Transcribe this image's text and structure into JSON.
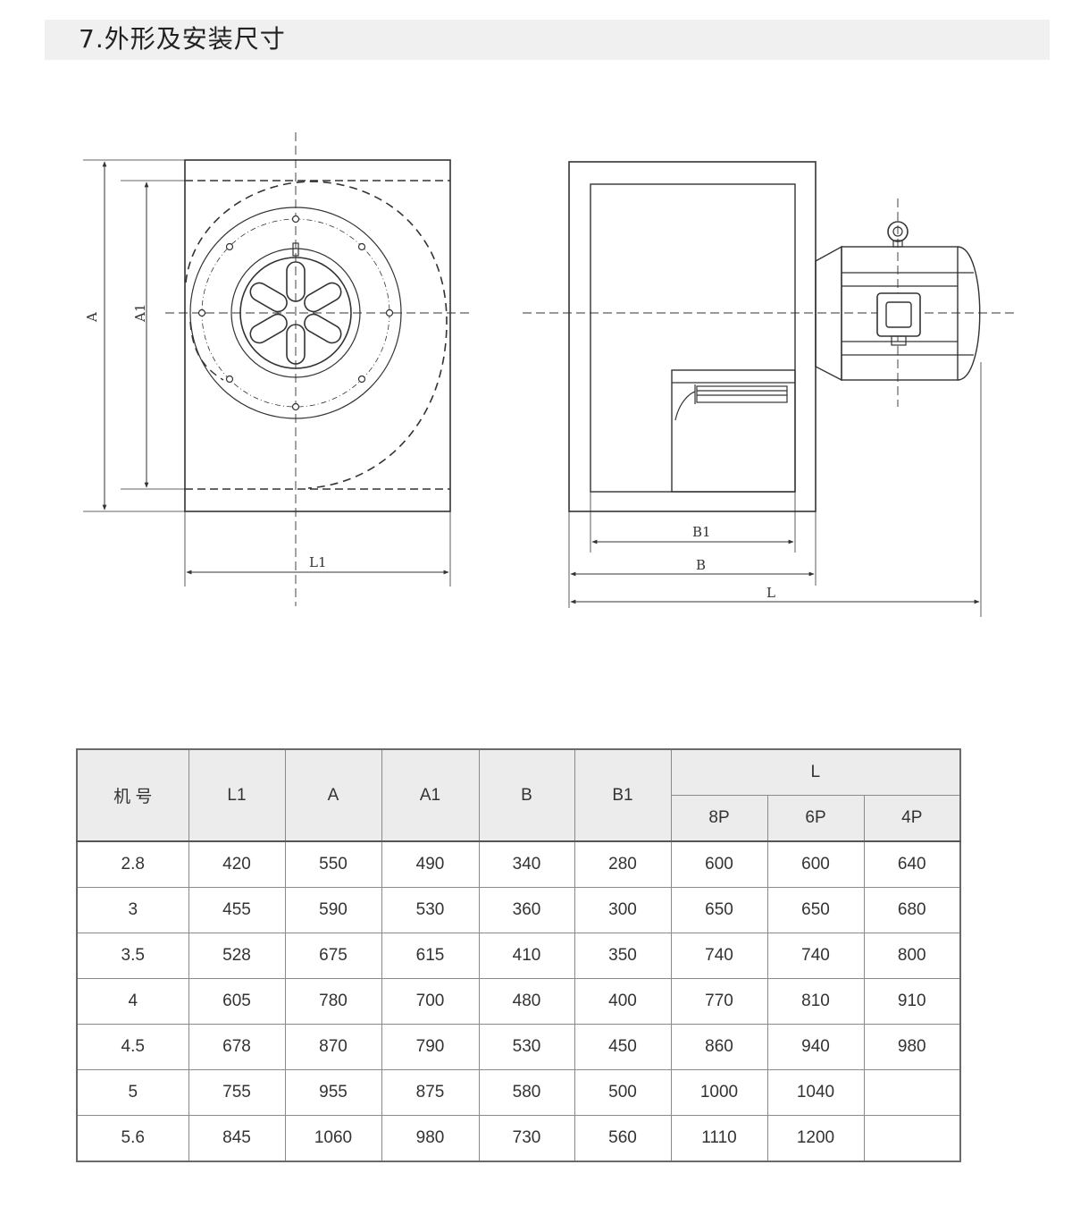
{
  "section_title": "7.外形及安装尺寸",
  "drawing_labels": {
    "A": "A",
    "A1": "A1",
    "L1": "L1",
    "B1": "B1",
    "B": "B",
    "L": "L"
  },
  "table": {
    "headers": {
      "model": "机 号",
      "L1": "L1",
      "A": "A",
      "A1": "A1",
      "B": "B",
      "B1": "B1",
      "L": "L",
      "p8": "8P",
      "p6": "6P",
      "p4": "4P"
    },
    "rows": [
      [
        "2.8",
        "420",
        "550",
        "490",
        "340",
        "280",
        "600",
        "600",
        "640"
      ],
      [
        "3",
        "455",
        "590",
        "530",
        "360",
        "300",
        "650",
        "650",
        "680"
      ],
      [
        "3.5",
        "528",
        "675",
        "615",
        "410",
        "350",
        "740",
        "740",
        "800"
      ],
      [
        "4",
        "605",
        "780",
        "700",
        "480",
        "400",
        "770",
        "810",
        "910"
      ],
      [
        "4.5",
        "678",
        "870",
        "790",
        "530",
        "450",
        "860",
        "940",
        "980"
      ],
      [
        "5",
        "755",
        "955",
        "875",
        "580",
        "500",
        "1000",
        "1040",
        ""
      ],
      [
        "5.6",
        "845",
        "1060",
        "980",
        "730",
        "560",
        "1110",
        "1200",
        ""
      ]
    ]
  }
}
